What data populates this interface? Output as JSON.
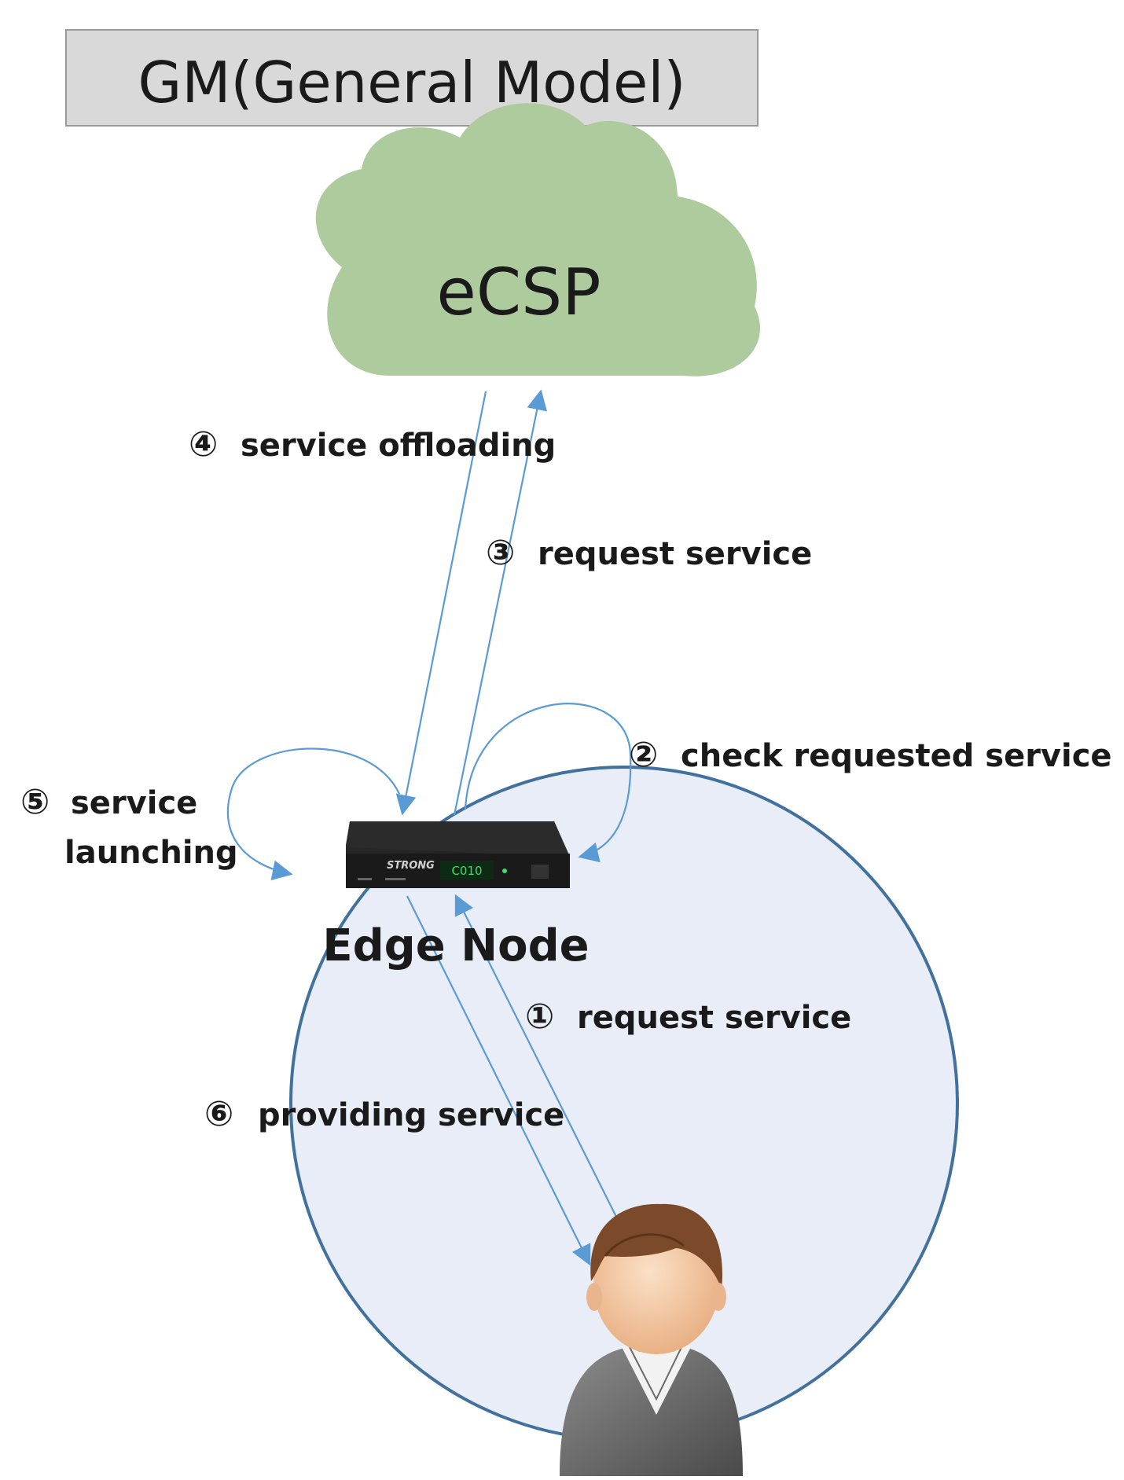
{
  "title_box": {
    "label": "GM(General Model)"
  },
  "cloud": {
    "label": "eCSP"
  },
  "edge_node": {
    "label": "Edge Node",
    "device_brand": "STRONG",
    "device_display": "C010"
  },
  "steps": [
    {
      "num": "①",
      "label": "request service"
    },
    {
      "num": "②",
      "label": "check requested service"
    },
    {
      "num": "③",
      "label": "request service"
    },
    {
      "num": "④",
      "label": "service offloading"
    },
    {
      "num": "⑤",
      "label": "service"
    },
    {
      "num": "",
      "label": "launching"
    },
    {
      "num": "⑥",
      "label": "providing service"
    }
  ],
  "colors": {
    "title_fill": "#d9d9d9",
    "cloud_fill": "#aecb9d",
    "circle_fill": "#e8edf7",
    "circle_stroke": "#41719c",
    "arrow": "#5b9bd5",
    "text": "#1a1a1a"
  },
  "icons": [
    "set-top-box-icon",
    "user-icon"
  ]
}
